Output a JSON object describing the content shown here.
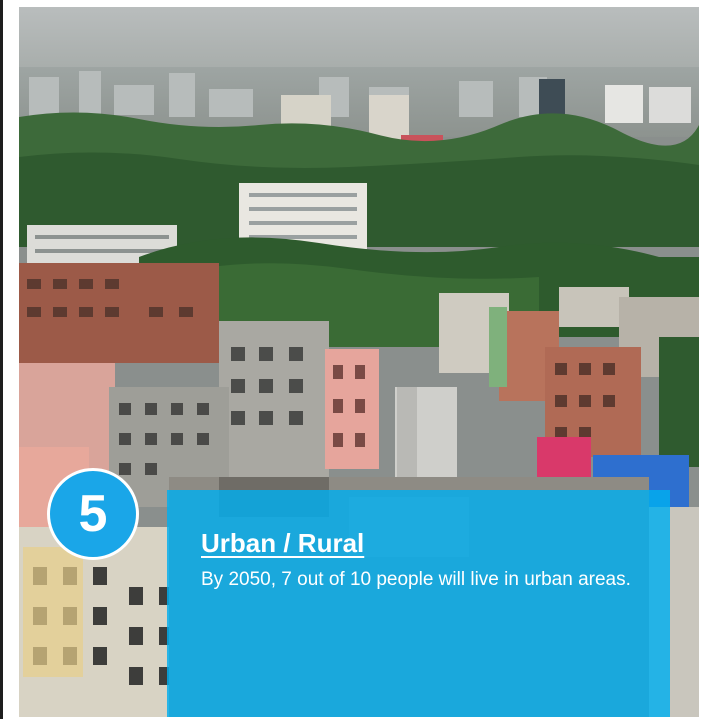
{
  "card": {
    "title": "Urban / Rural",
    "body": "By 2050, 7 out of 10 people will live in urban areas.",
    "background": "#00AEEF"
  },
  "badge": {
    "number": "5",
    "color": "#1AA6E8"
  }
}
